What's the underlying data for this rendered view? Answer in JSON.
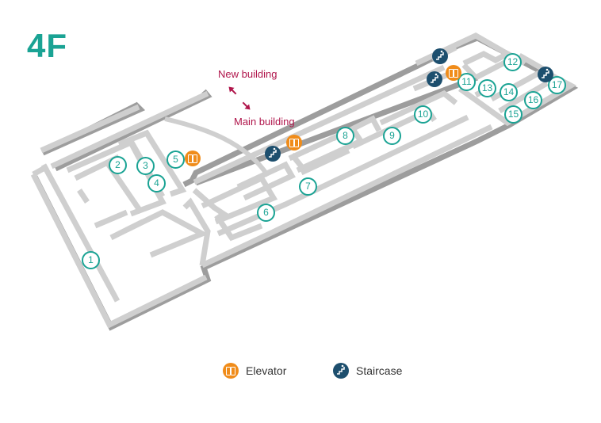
{
  "floor": "4F",
  "directions": {
    "new_building": "New building",
    "main_building": "Main building"
  },
  "rooms": [
    "1",
    "2",
    "3",
    "4",
    "5",
    "6",
    "7",
    "8",
    "9",
    "10",
    "11",
    "12",
    "13",
    "14",
    "15",
    "16",
    "17"
  ],
  "icons": {
    "elevator": "elevator-icon",
    "staircase": "staircase-icon"
  },
  "legend": {
    "elevator": "Elevator",
    "staircase": "Staircase"
  },
  "colors": {
    "accent": "#1aa394",
    "direction": "#b0154b",
    "elevator": "#f08c1a",
    "staircase": "#1d4f6e",
    "wall": "#cfcfcf"
  }
}
